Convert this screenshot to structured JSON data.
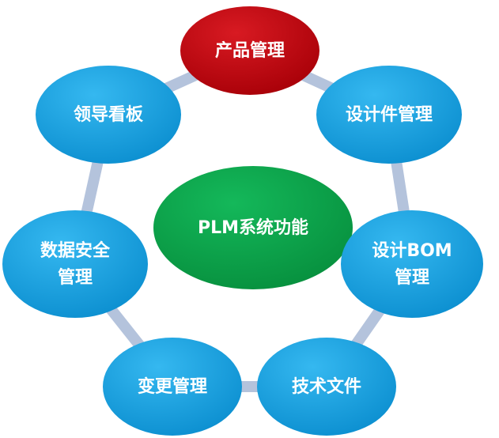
{
  "diagram": {
    "center": {
      "label_lines": [
        "PLM系统功能"
      ],
      "color": "#0aa64a"
    },
    "nodes": [
      {
        "id": "product-management",
        "label_lines": [
          "产品管理"
        ],
        "color": "#c0000c"
      },
      {
        "id": "design-part-management",
        "label_lines": [
          "设计件管理"
        ],
        "color": "#1aa3e0"
      },
      {
        "id": "design-bom-management",
        "label_lines": [
          "设计BOM",
          "管理"
        ],
        "color": "#1aa3e0"
      },
      {
        "id": "technical-documents",
        "label_lines": [
          "技术文件"
        ],
        "color": "#1aa3e0"
      },
      {
        "id": "change-management",
        "label_lines": [
          "变更管理"
        ],
        "color": "#1aa3e0"
      },
      {
        "id": "data-security-management",
        "label_lines": [
          "数据安全",
          "管理"
        ],
        "color": "#1aa3e0"
      },
      {
        "id": "leadership-dashboard",
        "label_lines": [
          "领导看板"
        ],
        "color": "#1aa3e0"
      }
    ],
    "ring_color": "#b4c3dc"
  }
}
